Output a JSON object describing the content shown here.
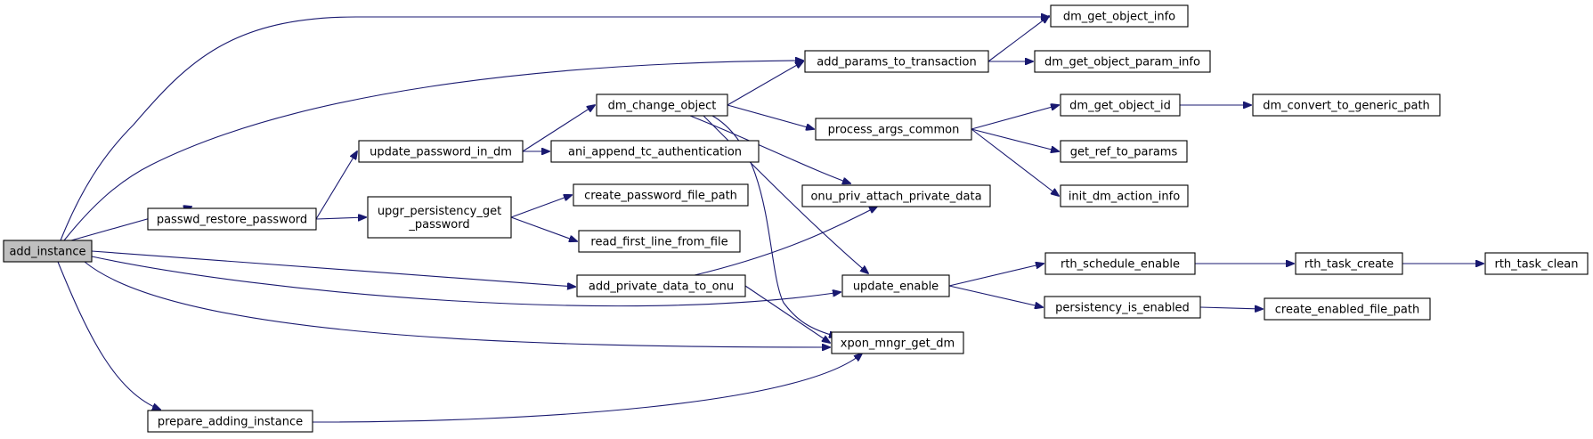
{
  "nodes": [
    {
      "id": "add_instance",
      "lines": [
        "add_instance"
      ]
    },
    {
      "id": "dm_get_object_info",
      "lines": [
        "dm_get_object_info"
      ]
    },
    {
      "id": "add_params_to_transaction",
      "lines": [
        "add_params_to_transaction"
      ]
    },
    {
      "id": "dm_get_object_param_info",
      "lines": [
        "dm_get_object_param_info"
      ]
    },
    {
      "id": "dm_change_object",
      "lines": [
        "dm_change_object"
      ]
    },
    {
      "id": "process_args_common",
      "lines": [
        "process_args_common"
      ]
    },
    {
      "id": "dm_get_object_id",
      "lines": [
        "dm_get_object_id"
      ]
    },
    {
      "id": "dm_convert_to_generic_path",
      "lines": [
        "dm_convert_to_generic_path"
      ]
    },
    {
      "id": "update_password_in_dm",
      "lines": [
        "update_password_in_dm"
      ]
    },
    {
      "id": "ani_append_tc_authentication",
      "lines": [
        "ani_append_tc_authentication"
      ]
    },
    {
      "id": "get_ref_to_params",
      "lines": [
        "get_ref_to_params"
      ]
    },
    {
      "id": "passwd_restore_password",
      "lines": [
        "passwd_restore_password"
      ]
    },
    {
      "id": "upgr_persistency_get_password",
      "lines": [
        "upgr_persistency_get",
        "_password"
      ]
    },
    {
      "id": "create_password_file_path",
      "lines": [
        "create_password_file_path"
      ]
    },
    {
      "id": "onu_priv_attach_private_data",
      "lines": [
        "onu_priv_attach_private_data"
      ]
    },
    {
      "id": "init_dm_action_info",
      "lines": [
        "init_dm_action_info"
      ]
    },
    {
      "id": "read_first_line_from_file",
      "lines": [
        "read_first_line_from_file"
      ]
    },
    {
      "id": "rth_schedule_enable",
      "lines": [
        "rth_schedule_enable"
      ]
    },
    {
      "id": "rth_task_create",
      "lines": [
        "rth_task_create"
      ]
    },
    {
      "id": "rth_task_clean",
      "lines": [
        "rth_task_clean"
      ]
    },
    {
      "id": "add_private_data_to_onu",
      "lines": [
        "add_private_data_to_onu"
      ]
    },
    {
      "id": "update_enable",
      "lines": [
        "update_enable"
      ]
    },
    {
      "id": "persistency_is_enabled",
      "lines": [
        "persistency_is_enabled"
      ]
    },
    {
      "id": "create_enabled_file_path",
      "lines": [
        "create_enabled_file_path"
      ]
    },
    {
      "id": "xpon_mngr_get_dm",
      "lines": [
        "xpon_mngr_get_dm"
      ]
    },
    {
      "id": "prepare_adding_instance",
      "lines": [
        "prepare_adding_instance"
      ]
    }
  ],
  "edges": [
    {
      "from": "add_instance",
      "to": "dm_get_object_info"
    },
    {
      "from": "add_instance",
      "to": "add_params_to_transaction"
    },
    {
      "from": "add_instance",
      "to": "passwd_restore_password"
    },
    {
      "from": "add_instance",
      "to": "add_private_data_to_onu"
    },
    {
      "from": "add_instance",
      "to": "update_enable"
    },
    {
      "from": "add_instance",
      "to": "xpon_mngr_get_dm"
    },
    {
      "from": "add_instance",
      "to": "prepare_adding_instance"
    },
    {
      "from": "add_params_to_transaction",
      "to": "dm_get_object_info"
    },
    {
      "from": "add_params_to_transaction",
      "to": "dm_get_object_param_info"
    },
    {
      "from": "dm_change_object",
      "to": "add_params_to_transaction"
    },
    {
      "from": "dm_change_object",
      "to": "process_args_common"
    },
    {
      "from": "dm_change_object",
      "to": "onu_priv_attach_private_data"
    },
    {
      "from": "dm_change_object",
      "to": "update_enable"
    },
    {
      "from": "dm_change_object",
      "to": "xpon_mngr_get_dm"
    },
    {
      "from": "process_args_common",
      "to": "dm_get_object_id"
    },
    {
      "from": "process_args_common",
      "to": "get_ref_to_params"
    },
    {
      "from": "process_args_common",
      "to": "init_dm_action_info"
    },
    {
      "from": "dm_get_object_id",
      "to": "dm_convert_to_generic_path"
    },
    {
      "from": "update_password_in_dm",
      "to": "dm_change_object"
    },
    {
      "from": "update_password_in_dm",
      "to": "ani_append_tc_authentication"
    },
    {
      "from": "passwd_restore_password",
      "to": "update_password_in_dm"
    },
    {
      "from": "passwd_restore_password",
      "to": "upgr_persistency_get_password"
    },
    {
      "from": "upgr_persistency_get_password",
      "to": "create_password_file_path"
    },
    {
      "from": "upgr_persistency_get_password",
      "to": "read_first_line_from_file"
    },
    {
      "from": "add_private_data_to_onu",
      "to": "onu_priv_attach_private_data"
    },
    {
      "from": "add_private_data_to_onu",
      "to": "xpon_mngr_get_dm"
    },
    {
      "from": "update_enable",
      "to": "rth_schedule_enable"
    },
    {
      "from": "update_enable",
      "to": "persistency_is_enabled"
    },
    {
      "from": "rth_schedule_enable",
      "to": "rth_task_create"
    },
    {
      "from": "rth_task_create",
      "to": "rth_task_clean"
    },
    {
      "from": "persistency_is_enabled",
      "to": "create_enabled_file_path"
    },
    {
      "from": "prepare_adding_instance",
      "to": "xpon_mngr_get_dm"
    }
  ],
  "colors": {
    "edge": "#191970",
    "root_fill": "#bfbfbf",
    "node_fill": "#ffffff",
    "node_border": "#000000"
  }
}
